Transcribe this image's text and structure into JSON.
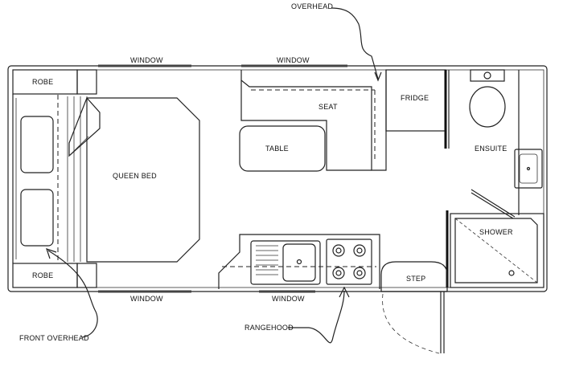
{
  "labels": {
    "overhead": "OVERHEAD",
    "window_top_left": "WINDOW",
    "window_top_right": "WINDOW",
    "window_bottom_left": "WINDOW",
    "window_bottom_mid": "WINDOW",
    "robe_top": "ROBE",
    "robe_bottom": "ROBE",
    "queen_bed": "QUEEN BED",
    "seat": "SEAT",
    "table": "TABLE",
    "fridge": "FRIDGE",
    "ensuite": "ENSUITE",
    "shower": "SHOWER",
    "step": "STEP",
    "front_overhead": "FRONT OVERHEAD",
    "rangehood": "RANGEHOOD"
  }
}
